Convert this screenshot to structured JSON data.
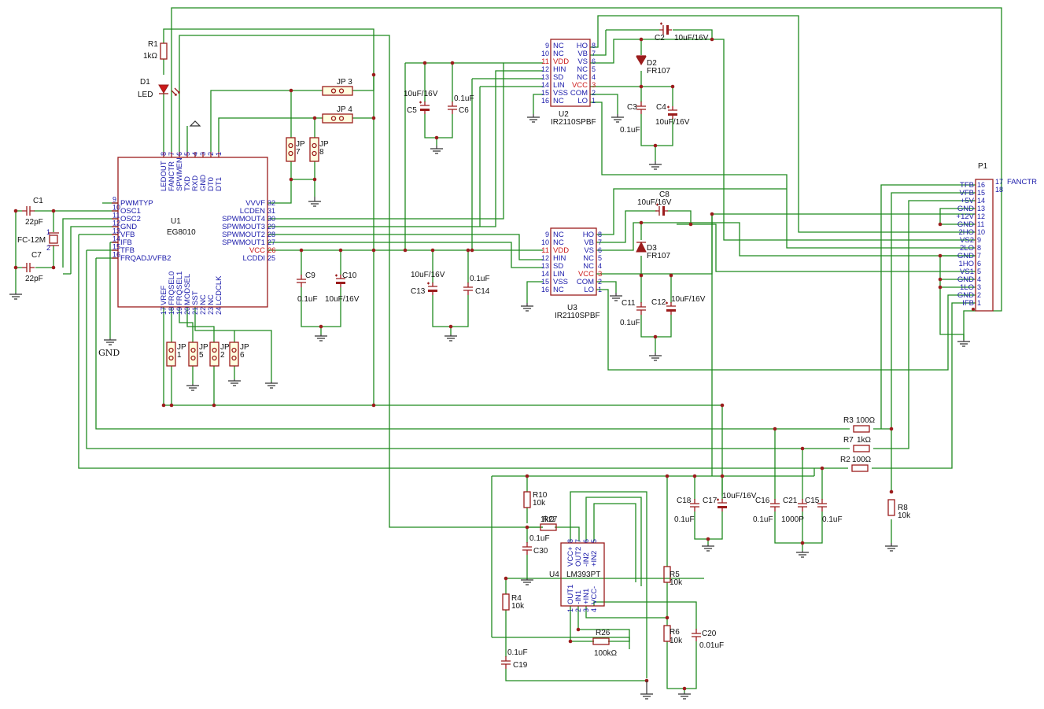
{
  "u1": {
    "ref": "U1",
    "value": "EG8010",
    "top_pins": [
      {
        "num": "8",
        "name": "LEDOUT"
      },
      {
        "num": "7",
        "name": "FANCTR"
      },
      {
        "num": "6",
        "name": "SPWMEN"
      },
      {
        "num": "5",
        "name": "TXD"
      },
      {
        "num": "4",
        "name": "RXD"
      },
      {
        "num": "3",
        "name": "GND"
      },
      {
        "num": "2",
        "name": "DT0"
      },
      {
        "num": "1",
        "name": "DT1"
      }
    ],
    "left_pins": [
      {
        "num": "9",
        "name": "PWMTYP"
      },
      {
        "num": "10",
        "name": "OSC1"
      },
      {
        "num": "11",
        "name": "OSC2"
      },
      {
        "num": "12",
        "name": "GND"
      },
      {
        "num": "13",
        "name": "VFB"
      },
      {
        "num": "14",
        "name": "IFB"
      },
      {
        "num": "15",
        "name": "TFB"
      },
      {
        "num": "16",
        "name": "FRQADJ/VFB2"
      }
    ],
    "right_pins": [
      {
        "num": "32",
        "name": "VVVF"
      },
      {
        "num": "31",
        "name": "LCDEN"
      },
      {
        "num": "30",
        "name": "SPWMOUT4"
      },
      {
        "num": "29",
        "name": "SPWMOUT3"
      },
      {
        "num": "28",
        "name": "SPWMOUT2"
      },
      {
        "num": "27",
        "name": "SPWMOUT1"
      },
      {
        "num": "26",
        "name": "VCC"
      },
      {
        "num": "25",
        "name": "LCDDI"
      }
    ],
    "bottom_pins": [
      {
        "num": "17",
        "name": "VREF"
      },
      {
        "num": "18",
        "name": "FRQSEL0"
      },
      {
        "num": "19",
        "name": "FRQSEL1"
      },
      {
        "num": "20",
        "name": "MODSEL"
      },
      {
        "num": "21",
        "name": "SST"
      },
      {
        "num": "22",
        "name": "NC"
      },
      {
        "num": "23",
        "name": "NC"
      },
      {
        "num": "24",
        "name": "LCDCLK"
      }
    ]
  },
  "ir2110": {
    "left_pins": [
      {
        "num": "9",
        "name": "NC"
      },
      {
        "num": "10",
        "name": "NC"
      },
      {
        "num": "11",
        "name": "VDD"
      },
      {
        "num": "12",
        "name": "HIN"
      },
      {
        "num": "13",
        "name": "SD"
      },
      {
        "num": "14",
        "name": "LIN"
      },
      {
        "num": "15",
        "name": "VSS"
      },
      {
        "num": "16",
        "name": "NC"
      }
    ],
    "right_pins": [
      {
        "num": "8",
        "name": "HO"
      },
      {
        "num": "7",
        "name": "VB"
      },
      {
        "num": "6",
        "name": "VS"
      },
      {
        "num": "5",
        "name": "NC"
      },
      {
        "num": "4",
        "name": "NC"
      },
      {
        "num": "3",
        "name": "VCC"
      },
      {
        "num": "2",
        "name": "COM"
      },
      {
        "num": "1",
        "name": "LO"
      }
    ],
    "u2_ref": "U2",
    "u3_ref": "U3",
    "value": "IR2110SPBF"
  },
  "p1": {
    "ref": "P1",
    "pins": [
      {
        "num": "16",
        "name": "TFB"
      },
      {
        "num": "15",
        "name": "VFB"
      },
      {
        "num": "14",
        "name": "+5V"
      },
      {
        "num": "13",
        "name": "GND"
      },
      {
        "num": "12",
        "name": "+12V"
      },
      {
        "num": "11",
        "name": "GND"
      },
      {
        "num": "10",
        "name": "2HO"
      },
      {
        "num": "9",
        "name": "VS2"
      },
      {
        "num": "8",
        "name": "2LO"
      },
      {
        "num": "7",
        "name": "GND"
      },
      {
        "num": "6",
        "name": "1HO"
      },
      {
        "num": "5",
        "name": "VS1"
      },
      {
        "num": "4",
        "name": "GND"
      },
      {
        "num": "3",
        "name": "1LO"
      },
      {
        "num": "2",
        "name": "GND"
      },
      {
        "num": "1",
        "name": "IFB"
      }
    ],
    "pin17_num": "17",
    "pin17_name": "FANCTR",
    "pin18_num": "18"
  },
  "u4": {
    "ref": "U4",
    "value": "LM393PT",
    "top_pins": [
      {
        "num": "8",
        "name": "VCC+"
      },
      {
        "num": "7",
        "name": "OUT2"
      },
      {
        "num": "6",
        "name": "-IN2"
      },
      {
        "num": "5",
        "name": "+IN2"
      }
    ],
    "bottom_pins": [
      {
        "num": "1",
        "name": "OUT1"
      },
      {
        "num": "2",
        "name": "-IN1"
      },
      {
        "num": "3",
        "name": "+IN1"
      },
      {
        "num": "4",
        "name": "VCC-"
      }
    ]
  },
  "components": {
    "R1": {
      "ref": "R1",
      "value": "1kΩ"
    },
    "D1": {
      "ref": "D1",
      "value": "LED"
    },
    "C1": {
      "ref": "C1",
      "value": "22pF"
    },
    "C7": {
      "ref": "C7",
      "value": "22pF"
    },
    "Y1": {
      "value": "FC-12M",
      "pin1": "1",
      "pin2": "2"
    },
    "C9": {
      "ref": "C9",
      "value": "0.1uF"
    },
    "C10": {
      "ref": "C10",
      "value": "10uF/16V"
    },
    "C13": {
      "ref": "C13",
      "value": "10uF/16V"
    },
    "C14": {
      "ref": "C14",
      "value": "0.1uF"
    },
    "C5": {
      "ref": "C5",
      "value": "10uF/16V"
    },
    "C6": {
      "ref": "C6",
      "value": "0.1uF"
    },
    "C2": {
      "ref": "C2",
      "value": "10uF/16V"
    },
    "D2": {
      "ref": "D2",
      "value": "FR107"
    },
    "C3": {
      "ref": "C3",
      "value": "0.1uF"
    },
    "C4": {
      "ref": "C4",
      "value": "10uF/16V"
    },
    "C8": {
      "ref": "C8",
      "value": "10uF/16V"
    },
    "D3": {
      "ref": "D3",
      "value": "FR107"
    },
    "C11": {
      "ref": "C11",
      "value": "0.1uF"
    },
    "C12": {
      "ref": "C12",
      "value": "10uF/16V"
    },
    "R3": {
      "ref": "R3",
      "value": "100Ω"
    },
    "R7": {
      "ref": "R7",
      "value": "1kΩ"
    },
    "R2": {
      "ref": "R2",
      "value": "100Ω"
    },
    "R8": {
      "ref": "R8",
      "value": "10k"
    },
    "R10": {
      "ref": "R10",
      "value": "10k"
    },
    "R27": {
      "ref": "R27",
      "value": "1kΩ"
    },
    "C30": {
      "ref": "C30",
      "value": "0.1uF"
    },
    "R4": {
      "ref": "R4",
      "value": "10k"
    },
    "C19": {
      "ref": "C19",
      "value": "0.1uF"
    },
    "R26": {
      "ref": "R26",
      "value": "100kΩ"
    },
    "C18": {
      "ref": "C18",
      "value": "0.1uF"
    },
    "C17": {
      "ref": "C17",
      "value": "10uF/16V"
    },
    "C16": {
      "ref": "C16",
      "value": "0.1uF"
    },
    "C21": {
      "ref": "C21",
      "value": "1000P"
    },
    "C15": {
      "ref": "C15",
      "value": "0.1uF"
    },
    "R5": {
      "ref": "R5",
      "value": "10k"
    },
    "R6": {
      "ref": "R6",
      "value": "10k"
    },
    "C20": {
      "ref": "C20",
      "value": "0.01uF"
    }
  },
  "jumpers": {
    "JP3": "JP 3",
    "JP4": "JP 4",
    "JP7": {
      "ref": "JP",
      "num": "7"
    },
    "JP8": {
      "ref": "JP",
      "num": "8"
    },
    "JP1": {
      "ref": "JP",
      "num": "1"
    },
    "JP5": {
      "ref": "JP",
      "num": "5"
    },
    "JP2": {
      "ref": "JP",
      "num": "2"
    },
    "JP6": {
      "ref": "JP",
      "num": "6"
    }
  },
  "gnd_label": "GND",
  "colors": {
    "wire": "#1f8a1f",
    "component": "#9b1c1c",
    "pin_text": "#1a1aaa",
    "power_pin_text": "#cc1a1a",
    "body_fill": "#ffffe0"
  }
}
